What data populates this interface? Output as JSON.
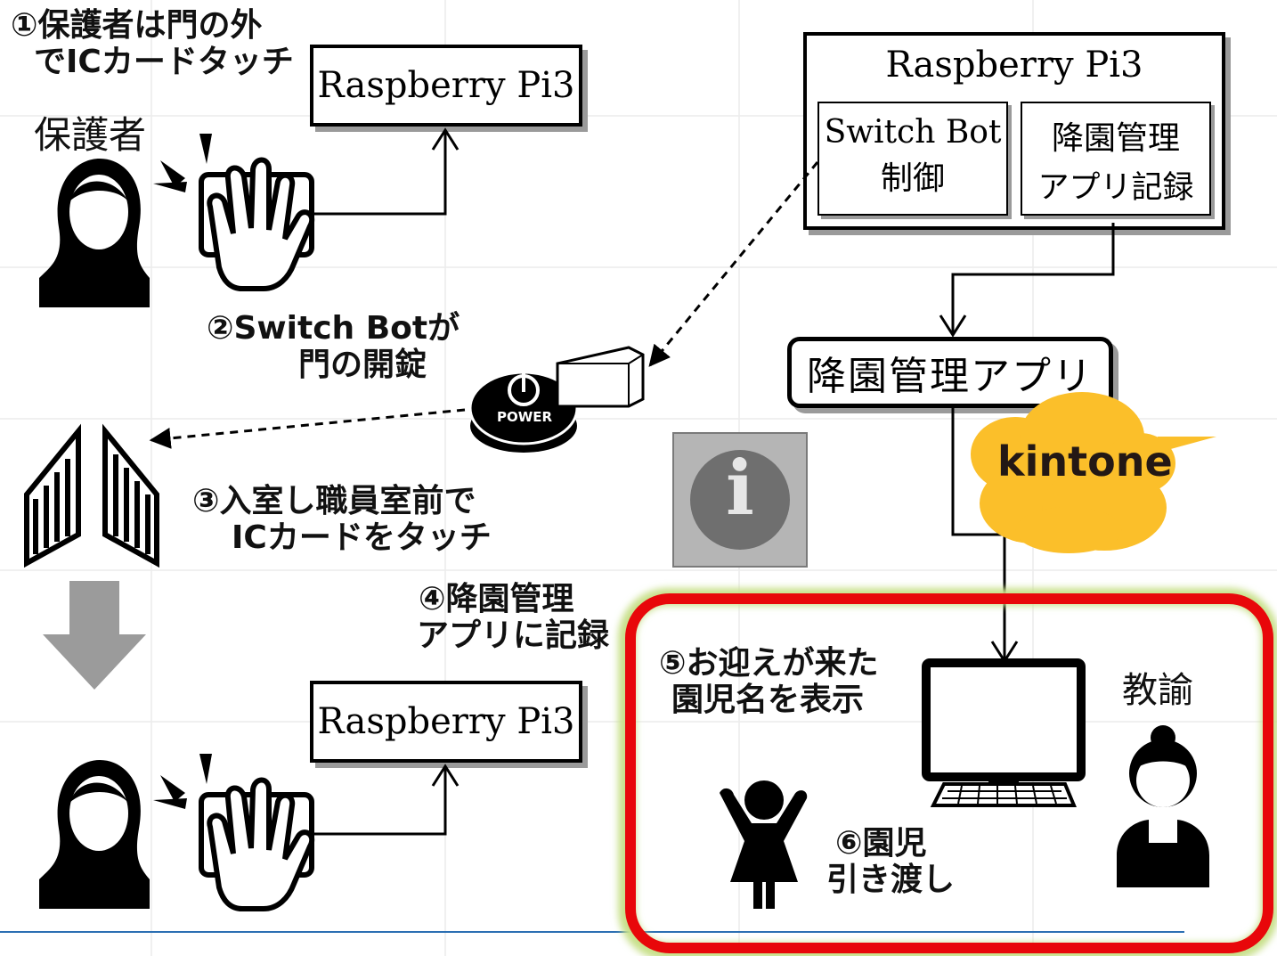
{
  "steps": {
    "step1_line1": "①保護者は門の外",
    "step1_line2": "でICカードタッチ",
    "step2_line1": "②Switch Botが",
    "step2_line2": "門の開錠",
    "step3_line1": "③入室し職員室前で",
    "step3_line2": "ICカードをタッチ",
    "step4_line1": "④降園管理",
    "step4_line2": "アプリに記録",
    "step5_line1": "⑤お迎えが来た",
    "step5_line2": "園児名を表示",
    "step6_line1": "⑥園児",
    "step6_line2": "引き渡し"
  },
  "actors": {
    "guardian": "保護者",
    "teacher": "教諭"
  },
  "devices": {
    "rpi_top": "Raspberry Pi3",
    "rpi_bottom": "Raspberry Pi3",
    "rpi_main": "Raspberry Pi3",
    "switchbot_line1": "Switch Bot",
    "switchbot_line2": "制御",
    "app_record_line1": "降園管理",
    "app_record_line2": "アプリ記録",
    "app_box": "降園管理アプリ",
    "kintone": "kintone",
    "power_label": "POWER",
    "info_icon": "i"
  },
  "colors": {
    "highlight_border": "#e8070a",
    "highlight_glow": "#c8e08a",
    "kintone_cloud": "#fbbf2a",
    "shadow": "#9a9a9a"
  }
}
